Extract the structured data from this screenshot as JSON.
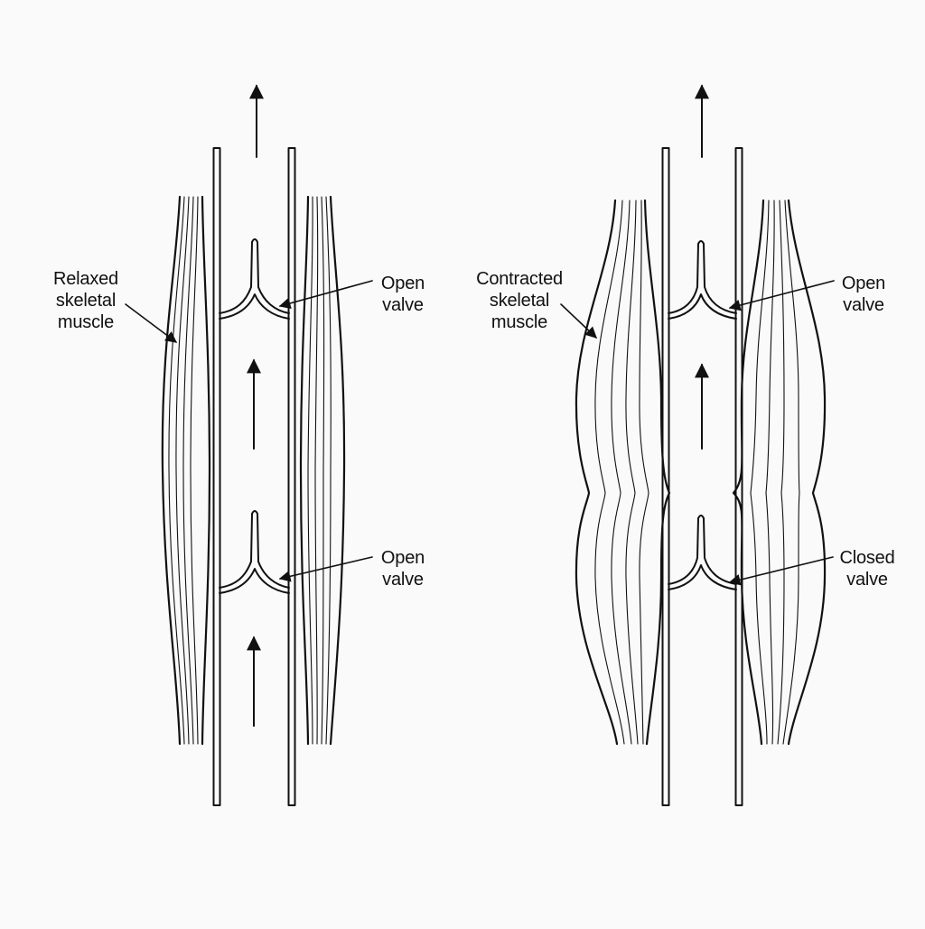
{
  "panels": {
    "relaxed": {
      "muscle_label": "Relaxed\nskeletal\nmuscle",
      "upper_valve_label": "Open\nvalve",
      "lower_valve_label": "Open\nvalve"
    },
    "contracted": {
      "muscle_label": "Contracted\nskeletal\nmuscle",
      "upper_valve_label": "Open\nvalve",
      "lower_valve_label": "Closed\nvalve"
    }
  },
  "colors": {
    "ink": "#111111",
    "background": "#fafafa"
  }
}
